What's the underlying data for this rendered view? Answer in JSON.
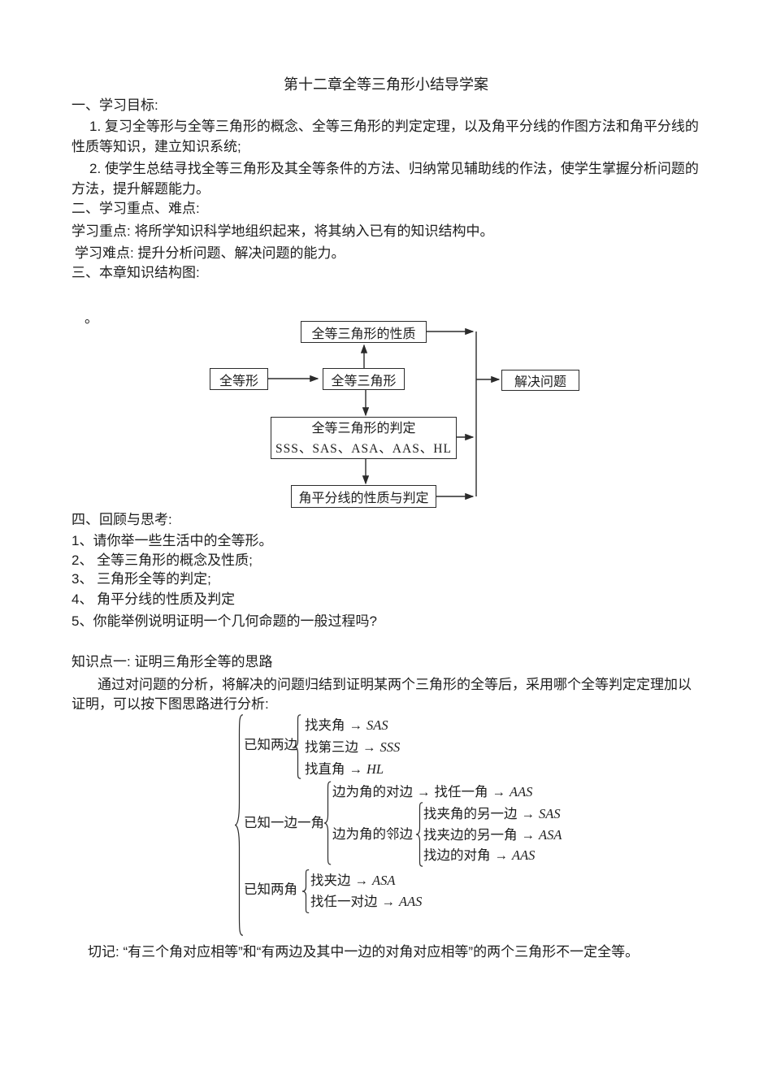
{
  "page": {
    "background": "#ffffff",
    "text_color": "#1d1d1d",
    "border_color": "#2b2b2b"
  },
  "doc": {
    "title": "第十二章全等三角形小结导学案",
    "s1_heading": "一、学习目标:",
    "s1_item1_line1": "1. 复习全等形与全等三角形的概念、全等三角形的判定定理，以及角平分线的作图方法和角平分线的",
    "s1_item1_line2": "性质等知识，建立知识系统;",
    "s1_item2_line1": "2. 使学生总结寻找全等三角形及其全等条件的方法、归纳常见辅助线的作法，使学生掌握分析问题的",
    "s1_item2_line2": "方法，提升解题能力。",
    "s2_heading": "二、学习重点、难点:",
    "s2_focus": "学习重点: 将所学知识科学地组织起来，将其纳入已有的知识结构中。",
    "s2_difficulty": "学习难点: 提升分析问题、解决问题的能力。",
    "s3_heading": "三、本章知识结构图:",
    "stray_mark": "。",
    "s4_heading": "四、回顾与思考:",
    "s4_item1": "1、请你举一些生活中的全等形。",
    "s4_item2": "2、 全等三角形的概念及性质;",
    "s4_item3": "3、 三角形全等的判定;",
    "s4_item4": "4、 角平分线的性质及判定",
    "s4_item5": "5、你能举例说明证明一个几何命题的一般过程吗?",
    "k1_heading": "知识点一: 证明三角形全等的思路",
    "k1_para_line1": "通过对问题的分析，将解决的问题归结到证明某两个三角形的全等后，采用哪个全等判定定理加以",
    "k1_para_line2": "证明，可以按下图思路进行分析:",
    "note": "切记: “有三个角对应相等”和“有两边及其中一边的对角对应相等”的两个三角形不一定全等。"
  },
  "flowchart": {
    "properties_box": "全等三角形的性质",
    "congruent_shapes_box": "全等形",
    "congruent_triangles_box": "全等三角形",
    "solve_box": "解决问题",
    "judgment_box_title": "全等三角形的判定",
    "judgment_box_methods": "SSS、SAS、ASA、AAS、HL",
    "bisector_box": "角平分线的性质与判定"
  },
  "tree": {
    "arrow": "→",
    "two_sides": {
      "label": "已知两边",
      "items": [
        {
          "cond": "找夹角",
          "result": "SAS"
        },
        {
          "cond": "找第三边",
          "result": "SSS"
        },
        {
          "cond": "找直角",
          "result": "HL"
        }
      ]
    },
    "side_angle": {
      "label": "已知一边一角",
      "opp": {
        "cond": "边为角的对边",
        "mid": "找任一角",
        "result": "AAS"
      },
      "adj_label": "边为角的邻边",
      "adj_items": [
        {
          "cond": "找夹角的另一边",
          "result": "SAS"
        },
        {
          "cond": "找夹边的另一角",
          "result": "ASA"
        },
        {
          "cond": "找边的对角",
          "result": "AAS"
        }
      ]
    },
    "two_angles": {
      "label": "已知两角",
      "items": [
        {
          "cond": "找夹边",
          "result": "ASA"
        },
        {
          "cond": "找任一对边",
          "result": "AAS"
        }
      ]
    }
  }
}
